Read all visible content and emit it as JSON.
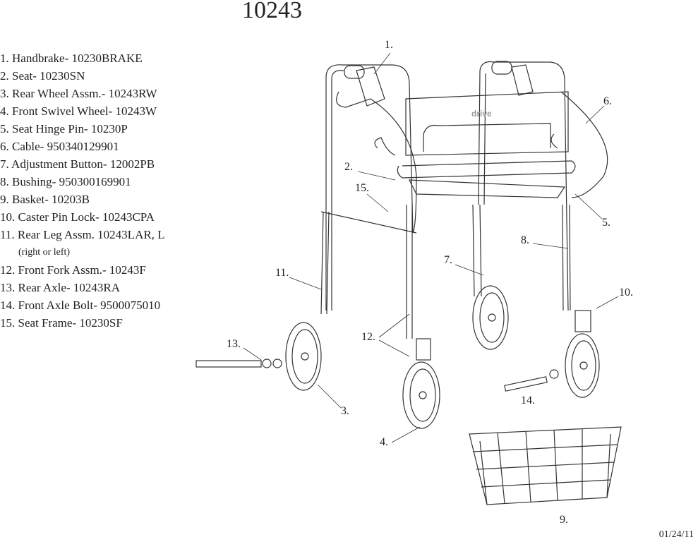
{
  "title": "10243",
  "parts": [
    {
      "label": "1. Handbrake- 10230BRAKE"
    },
    {
      "label": "2. Seat- 10230SN"
    },
    {
      "label": "3. Rear Wheel Assm.- 10243RW"
    },
    {
      "label": "4. Front Swivel Wheel- 10243W"
    },
    {
      "label": "5. Seat Hinge Pin- 10230P"
    },
    {
      "label": "6. Cable- 950340129901"
    },
    {
      "label": "7. Adjustment Button- 12002PB"
    },
    {
      "label": "8. Bushing- 950300169901"
    },
    {
      "label": "9. Basket- 10203B"
    },
    {
      "label": "10. Caster Pin Lock- 10243CPA"
    },
    {
      "label": "11. Rear Leg Assm. 10243LAR, L"
    },
    {
      "label": "(right or left)"
    },
    {
      "label": "12. Front Fork Assm.- 10243F"
    },
    {
      "label": "13. Rear Axle- 10243RA"
    },
    {
      "label": "14. Front Axle Bolt- 9500075010"
    },
    {
      "label": "15.  Seat Frame- 10230SF"
    }
  ],
  "callouts": [
    "1.",
    "2.",
    "15.",
    "6.",
    "5.",
    "8.",
    "7.",
    "11.",
    "10.",
    "12.",
    "13.",
    "3.",
    "14.",
    "4.",
    "9."
  ],
  "logo_text": "drive",
  "date": "01/24/11"
}
